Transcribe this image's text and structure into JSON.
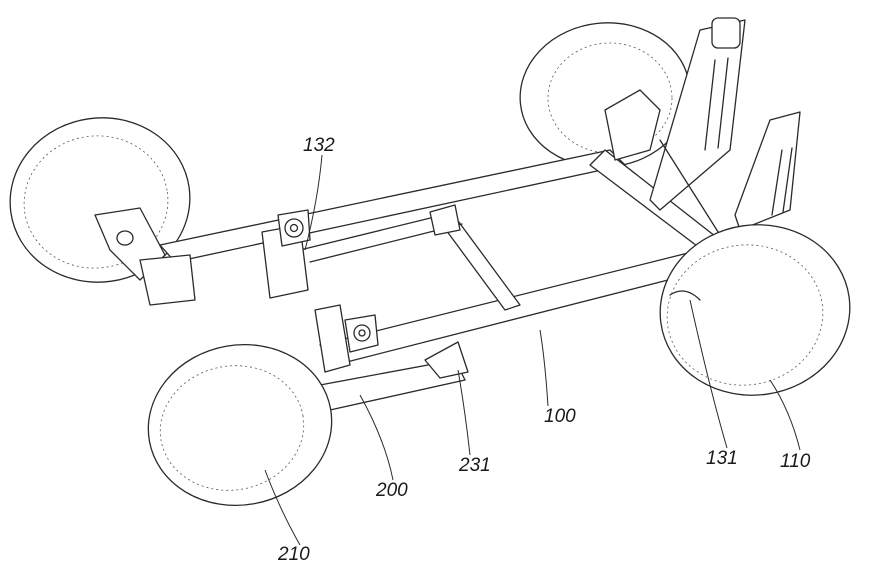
{
  "labels": {
    "l132": "132",
    "l100": "100",
    "l231": "231",
    "l200": "200",
    "l210": "210",
    "l131": "131",
    "l110": "110"
  },
  "colors": {
    "ink": "#2a2a2a",
    "paper": "#ffffff"
  }
}
